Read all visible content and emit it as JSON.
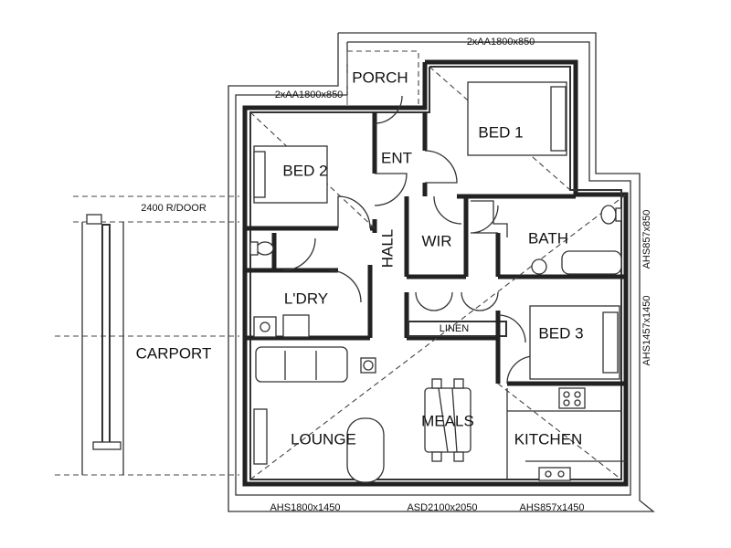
{
  "rooms": {
    "porch": "PORCH",
    "bed1": "BED 1",
    "bed2": "BED 2",
    "ent": "ENT",
    "hall": "HALL",
    "wir": "WIR",
    "bath": "BATH",
    "ldry": "L'DRY",
    "linen": "LINEN",
    "bed3": "BED 3",
    "carport": "CARPORT",
    "lounge": "LOUNGE",
    "meals": "MEALS",
    "kitchen": "KITCHEN"
  },
  "dimensions": {
    "top_window_bed1": "2xAA1800x850",
    "top_window_bed2": "2xAA1800x850",
    "roller_door": "2400 R/DOOR",
    "right_window_bath": "AHS857x850",
    "right_window_bed3": "AHS1457x1450",
    "bottom_window_lounge": "AHS1800x1450",
    "bottom_door_meals": "ASD2100x2050",
    "bottom_window_kitchen": "AHS857x1450"
  }
}
